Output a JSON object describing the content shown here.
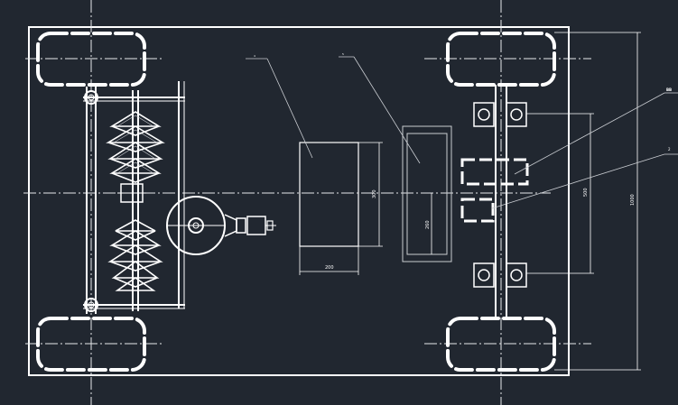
{
  "drawing": {
    "background": "#212730",
    "line_color": "#ffffff",
    "labels": {
      "leader_far_right_top": "BB",
      "leader_far_right_bottom": "2",
      "leader_top_left": "4",
      "leader_top_mid": "5"
    },
    "dimensions": {
      "overall_height": "1000",
      "inner_height": "500",
      "box_height": "300",
      "box_width": "200",
      "rect_height": "260"
    }
  }
}
